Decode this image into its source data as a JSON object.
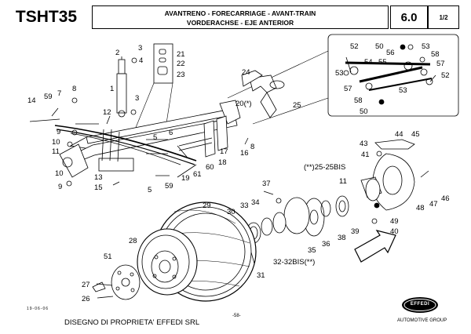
{
  "header": {
    "model": "TSHT35",
    "title_line1": "AVANTRENO - FORECARRIAGE - AVANT-TRAIN",
    "title_line2": "VORDERACHSE - EJE ANTERIOR",
    "section": "6.0",
    "page": "1/2"
  },
  "footer": {
    "date": "19-06-06",
    "ownership": "DISEGNO DI PROPRIETA' EFFEDI SRL",
    "sheet_number": "-58-",
    "brand": "EFFEDI",
    "brand_sub": "AUTOMOTIVE GROUP"
  },
  "callouts": {
    "c1": "1",
    "c2": "2",
    "c3": "3",
    "c3b": "3",
    "c4": "4",
    "c5": "5",
    "c5b": "5",
    "c6": "6",
    "c7": "7",
    "c8": "8",
    "c8b": "8",
    "c9": "9",
    "c9b": "9",
    "c10": "10",
    "c10b": "10",
    "c11": "11",
    "c11b": "11",
    "c12": "12",
    "c13": "13",
    "c14": "14",
    "c15": "15",
    "c16": "16",
    "c17": "17",
    "c18": "18",
    "c19": "19",
    "c20": "20(*)",
    "c21": "21",
    "c22": "22",
    "c23": "23",
    "c24": "24",
    "c25": "25",
    "c25bis": "(**)25-25BIS",
    "c26": "26",
    "c27": "27",
    "c28": "28",
    "c29": "29",
    "c30": "30",
    "c31": "31",
    "c32": "32-32BIS(**)",
    "c33": "33",
    "c34": "34",
    "c35": "35",
    "c36": "36",
    "c37": "37",
    "c38": "38",
    "c39": "39",
    "c40": "40",
    "c41": "41",
    "c43": "43",
    "c44": "44",
    "c45": "45",
    "c46": "46",
    "c47": "47",
    "c48": "48",
    "c49": "49",
    "c50": "50",
    "c50b": "50",
    "c51": "51",
    "c52": "52",
    "c52b": "52",
    "c53": "53",
    "c53b": "53",
    "c53c": "53",
    "c54": "54",
    "c55": "55",
    "c56": "56",
    "c57": "57",
    "c57b": "57",
    "c58": "58",
    "c58b": "58",
    "c59": "59",
    "c59b": "59",
    "c60": "60",
    "c61": "61"
  }
}
